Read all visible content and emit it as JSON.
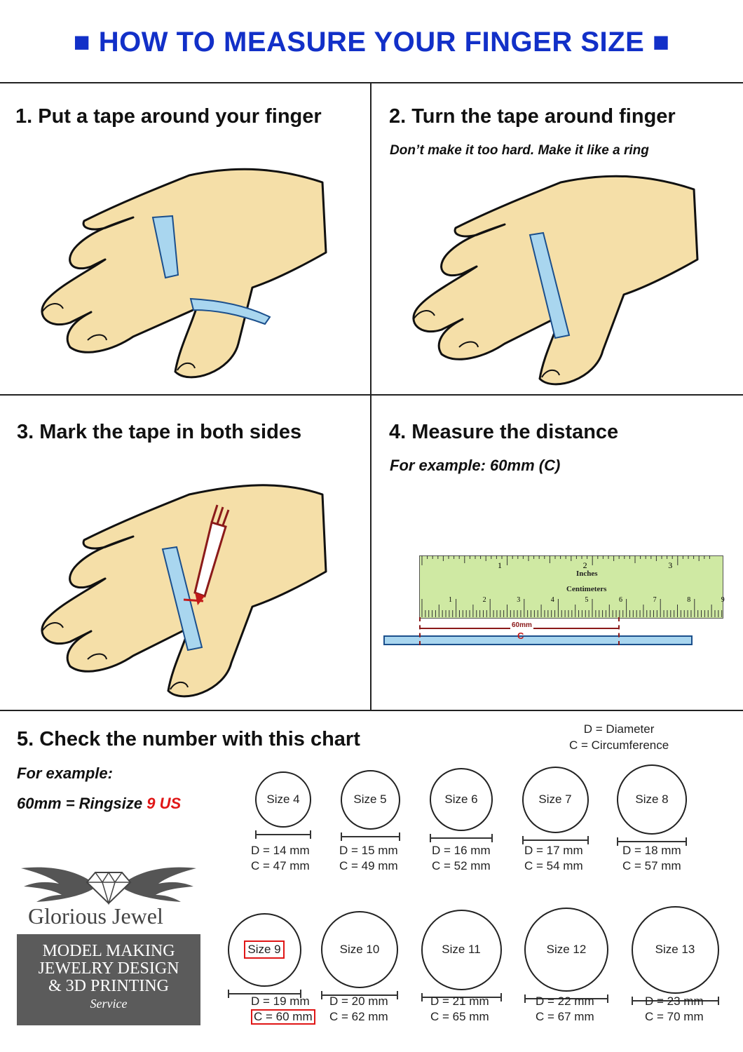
{
  "title": "■ HOW TO MEASURE YOUR FINGER SIZE ■",
  "steps": [
    {
      "title": "1. Put a tape around your finger",
      "subtitle": ""
    },
    {
      "title": "2. Turn the tape around finger",
      "subtitle": "Don’t make it too hard. Make it like a ring"
    },
    {
      "title": "3. Mark the tape in both sides",
      "subtitle": ""
    },
    {
      "title": "4. Measure the distance",
      "subtitle": "For example: 60mm (C)"
    },
    {
      "title": "5. Check the number with this chart",
      "subtitle": ""
    }
  ],
  "ruler": {
    "inches_label": "Inches",
    "centimeters_label": "Centimeters",
    "inch_ticks": [
      "1",
      "2",
      "3"
    ],
    "cm_ticks": [
      "1",
      "2",
      "3",
      "4",
      "5",
      "6",
      "7",
      "8",
      "9"
    ],
    "measure_label": "60mm",
    "measure_letter": "C"
  },
  "legend": {
    "d": "D = Diameter",
    "c": "C = Circumference"
  },
  "example": {
    "label": "For example:",
    "value_prefix": "60mm = Ringsize ",
    "value_highlight": "9 US"
  },
  "sizes": [
    {
      "label": "Size 4",
      "d": "D = 14 mm",
      "c": "C = 47 mm",
      "highlight": false
    },
    {
      "label": "Size 5",
      "d": "D = 15 mm",
      "c": "C = 49 mm",
      "highlight": false
    },
    {
      "label": "Size 6",
      "d": "D = 16 mm",
      "c": "C = 52 mm",
      "highlight": false
    },
    {
      "label": "Size 7",
      "d": "D = 17 mm",
      "c": "C = 54 mm",
      "highlight": false
    },
    {
      "label": "Size 8",
      "d": "D = 18 mm",
      "c": "C = 57 mm",
      "highlight": false
    },
    {
      "label": "Size 9",
      "d": "D = 19 mm",
      "c": "C = 60 mm",
      "highlight": true
    },
    {
      "label": "Size 10",
      "d": "D = 20 mm",
      "c": "C = 62 mm",
      "highlight": false
    },
    {
      "label": "Size 11",
      "d": "D = 21 mm",
      "c": "C = 65 mm",
      "highlight": false
    },
    {
      "label": "Size 12",
      "d": "D = 22 mm",
      "c": "C = 67 mm",
      "highlight": false
    },
    {
      "label": "Size 13",
      "d": "D = 23 mm",
      "c": "C = 70 mm",
      "highlight": false
    }
  ],
  "brand": {
    "name": "Glorious Jewel",
    "line1": "MODEL MAKING",
    "line2": "JEWELRY DESIGN",
    "line3": "& 3D PRINTING",
    "line4": "Service"
  },
  "colors": {
    "title_blue": "#1230c8",
    "highlight_red": "#e01616",
    "skin": "#f5dfa8",
    "tape": "#a9d6ef",
    "ruler": "#cfe9a3"
  }
}
